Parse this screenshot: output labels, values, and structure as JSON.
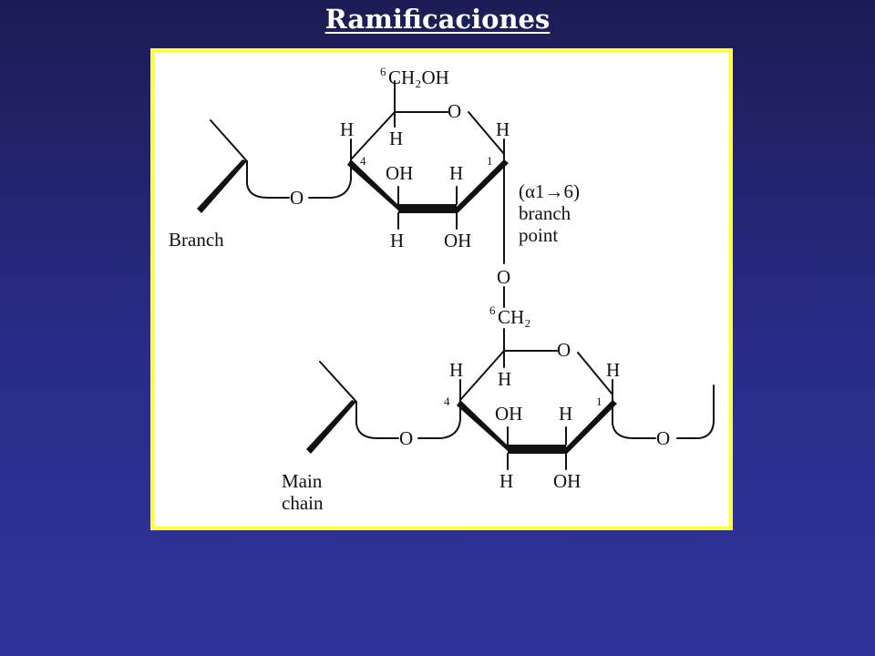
{
  "title": "Ramificaciones",
  "diagram": {
    "branch_ring": {
      "c6_superscript": "6",
      "c6_group": "CH₂OH",
      "ring_oxygen": "O",
      "h_c4_up": "H",
      "h_c5_down": "H",
      "h_c1_up": "H",
      "c4_number": "4",
      "c1_number": "1",
      "oh_c3_up": "OH",
      "h_c2_up": "H",
      "h_c3_down": "H",
      "oh_c2_down": "OH",
      "glycosidic_oxygen": "O"
    },
    "main_ring": {
      "c6_superscript": "6",
      "c6_group": "CH₂",
      "ring_oxygen": "O",
      "h_c4_up": "H",
      "h_c5_down": "H",
      "h_c1_up": "H",
      "c4_number": "4",
      "c1_number": "1",
      "oh_c3_up": "OH",
      "h_c2_up": "H",
      "h_c3_down": "H",
      "oh_c2_down": "OH",
      "left_glycosidic_oxygen": "O",
      "right_glycosidic_oxygen": "O"
    },
    "link_oxygen": "O",
    "branch_point": {
      "line1": "(α1→6)",
      "line2": "branch",
      "line3": "point"
    },
    "labels": {
      "branch": "Branch",
      "main_line1": "Main",
      "main_line2": "chain"
    }
  }
}
